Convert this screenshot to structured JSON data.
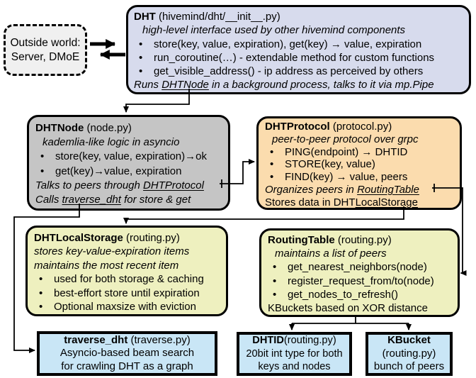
{
  "glyphs": {
    "bullet": "•"
  },
  "colors": {
    "dht_bg": "#d7dbed",
    "dhtnode_bg": "#c5c5c5",
    "dhtprotocol_bg": "#fbdcae",
    "storage_bg": "#eef0bf",
    "routingtable_bg": "#eef0bf",
    "bottom_boxes_bg": "#c9e6f6",
    "outside_bg": "#f0f0f0",
    "border": "#000000"
  },
  "nodes": {
    "outside": {
      "line1": "Outside world:",
      "line2": "Server, DMoE"
    },
    "dht": {
      "name": "DHT",
      "file": " (hivemind/dht/__init__.py)",
      "subtitle": "high-level interface used by other hivemind components",
      "bullets": [
        "store(key, value, expiration), get(key) → value, expiration",
        "run_coroutine(…) - extendable method for custom functions",
        "get_visible_address() - ip address as perceived by others"
      ],
      "footer_pre": "Runs ",
      "footer_link": "DHTNode",
      "footer_post": " in a background process, talks to it via mp.Pipe"
    },
    "dhtnode": {
      "name": "DHTNode",
      "file": " (node.py)",
      "subtitle": "kademlia-like logic in asyncio",
      "bullets": [
        "store(key, value, expiration)→ok",
        "get(key)→value, expiration"
      ],
      "footer1_pre": "Talks to peers through ",
      "footer1_link": "DHTProtocol",
      "footer2_pre": "Calls ",
      "footer2_link": "traverse_dht",
      "footer2_post": " for store & get"
    },
    "dhtprotocol": {
      "name": "DHTProtocol",
      "file": " (protocol.py)",
      "subtitle": "peer-to-peer protocol over grpc",
      "bullets": [
        "PING(endpoint) → DHTID",
        "STORE(key, value)",
        "FIND(key) → value, peers"
      ],
      "footer1_pre": "Organizes peers in ",
      "footer1_link": "RoutingTable",
      "footer2_pre": "Stores data in DHT",
      "footer2_link": "LocalStorage"
    },
    "storage": {
      "name": "DHTLocalStorage",
      "file": " (routing.py)",
      "subtitle1": "stores key-value-expiration items",
      "subtitle2": "maintains the most recent item",
      "bullets": [
        "used for both storage & caching",
        "best-effort store until expiration",
        "Optional maxsize with eviction"
      ]
    },
    "routingtable": {
      "name": "RoutingTable",
      "file": " (routing.py)",
      "subtitle": "maintains a list of peers",
      "bullets": [
        "get_nearest_neighbors(node)",
        "register_request_from/to(node)",
        "get_nodes_to_refresh()"
      ],
      "footer": "KBuckets based on XOR distance"
    },
    "traverse": {
      "name": "traverse_dht",
      "file": " (traverse.py)",
      "line2": "Asyncio-based beam search",
      "line3": "for crawling DHT as a graph"
    },
    "dhtid": {
      "name": "DHTID",
      "file": "(routing.py)",
      "line2": "20bit int type for both",
      "line3": "keys and nodes"
    },
    "kbucket": {
      "name": "KBucket",
      "file": "(routing.py)",
      "line3": "bunch of peers"
    }
  }
}
